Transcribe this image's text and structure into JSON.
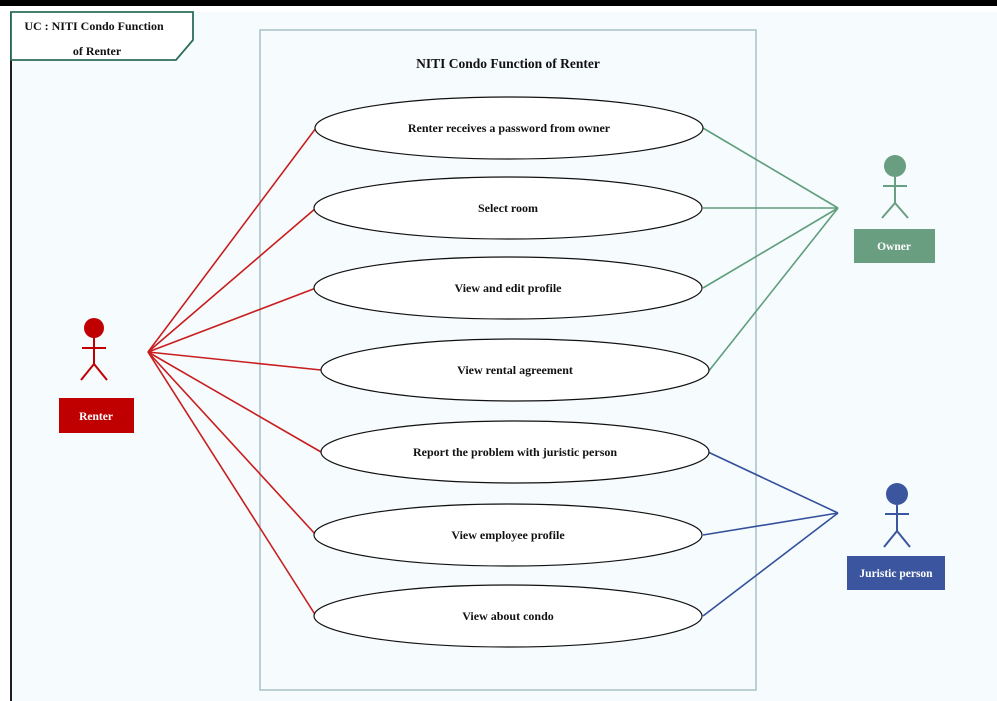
{
  "frame": {
    "tab_line1": "UC : NITI Condo Function",
    "tab_line2": "of Renter"
  },
  "system": {
    "title": "NITI Condo Function of Renter"
  },
  "actors": {
    "renter": {
      "label": "Renter",
      "color": "#c00000"
    },
    "owner": {
      "label": "Owner",
      "color": "#6a9e80"
    },
    "juristic": {
      "label": "Juristic person",
      "color": "#3b569e"
    }
  },
  "use_cases": [
    "Renter receives a password from owner",
    "Select room",
    "View and edit profile",
    "View rental agreement",
    "Report the problem with juristic person",
    "View employee profile",
    "View about condo"
  ],
  "colors": {
    "renter_line": "#c81e1e",
    "owner_line": "#5e9e7c",
    "juristic_line": "#34509c",
    "system_border": "#9db7c0"
  }
}
